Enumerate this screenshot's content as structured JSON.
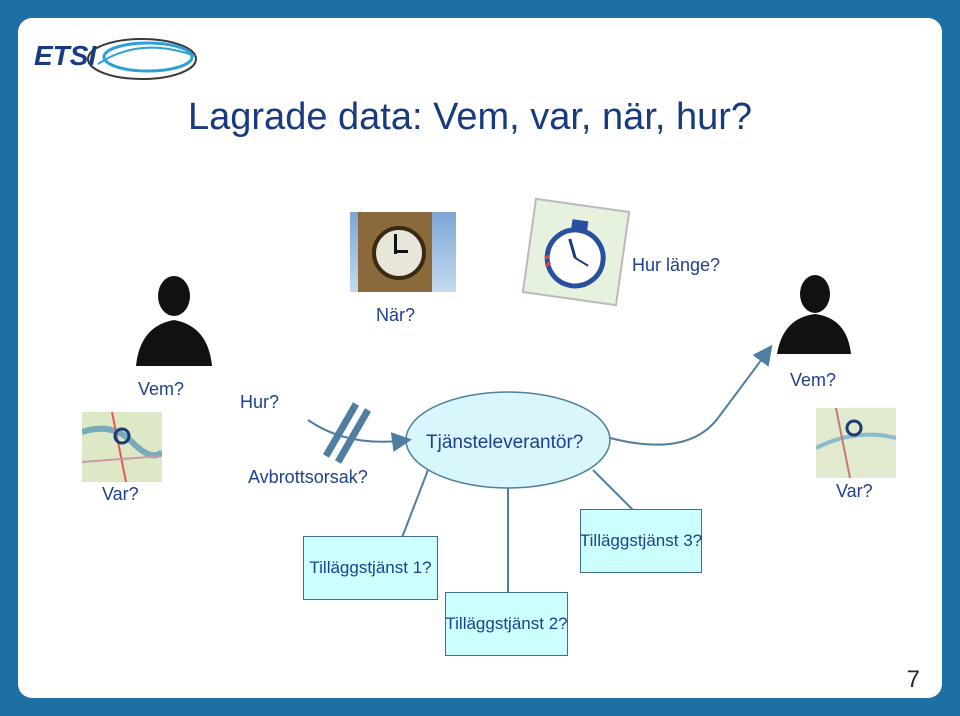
{
  "slide": {
    "title": "Lagrade data: Vem, var, när, hur?",
    "page_number": "7"
  },
  "logo": {
    "text": "ETSI"
  },
  "labels": {
    "nar": "När?",
    "hur_lange": "Hur länge?",
    "vem_left": "Vem?",
    "hur": "Hur?",
    "vem_right": "Vem?",
    "var_left": "Var?",
    "var_right": "Var?",
    "avbrottsorsak": "Avbrottsorsak?"
  },
  "center_node": {
    "label": "Tjänsteleverantör?"
  },
  "boxes": {
    "t1": "Tilläggstjänst 1?",
    "t2": "Tilläggstjänst 2?",
    "t3": "Tilläggstjänst 3?"
  },
  "icons": {
    "clock_tower": "clock-tower-icon",
    "stopwatch": "stopwatch-icon",
    "person": "person-silhouette-icon",
    "map": "map-icon"
  },
  "colors": {
    "background": "#1E6FA3",
    "text": "#1F3F8F",
    "node_fill": "#ccffff",
    "oval_fill": "#D8F6FB",
    "line": "#4F7FA0"
  }
}
